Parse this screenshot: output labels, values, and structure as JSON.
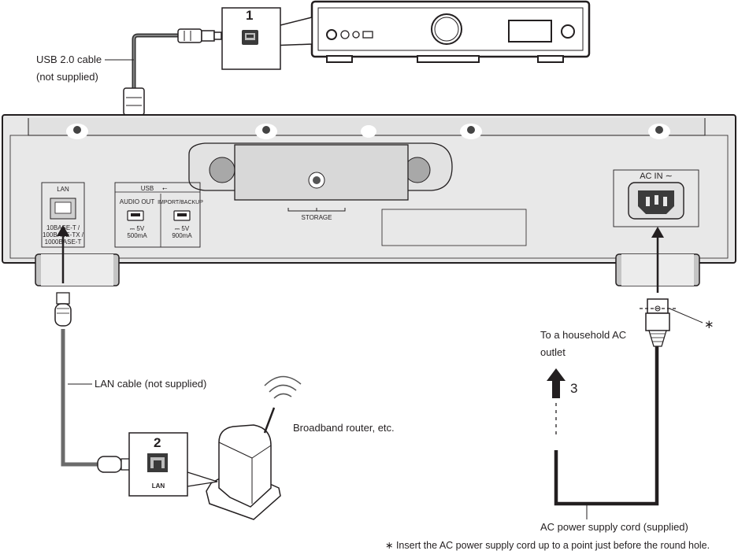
{
  "callouts": {
    "usb_cable": [
      "USB 2.0 cable",
      "(not supplied)"
    ],
    "lan_cable": "LAN cable (not supplied)",
    "router": "Broadband router, etc.",
    "ac_outlet": [
      "To a household AC",
      "outlet"
    ],
    "ac_cord": "AC power supply cord (supplied)",
    "footnote": "∗ Insert the AC power supply cord up to a point just before the round hole.",
    "asterisk": "∗"
  },
  "step_numbers": {
    "step1": "1",
    "step2": "2",
    "step3": "3"
  },
  "panel": {
    "lan_title": "LAN",
    "lan_specs": [
      "10BASE-T /",
      "100BASE-TX /",
      "1000BASE-T"
    ],
    "usb_title": "USB",
    "audio_out_label": "AUDIO OUT",
    "audio_out_spec": [
      "⎓ 5V",
      "500mA"
    ],
    "import_backup_label": "IMPORT/BACKUP",
    "import_backup_spec": [
      "⎓ 5V",
      "900mA"
    ],
    "storage_label": "STORAGE",
    "ac_in_label": "AC IN ∼"
  },
  "router_jack_label": "LAN"
}
